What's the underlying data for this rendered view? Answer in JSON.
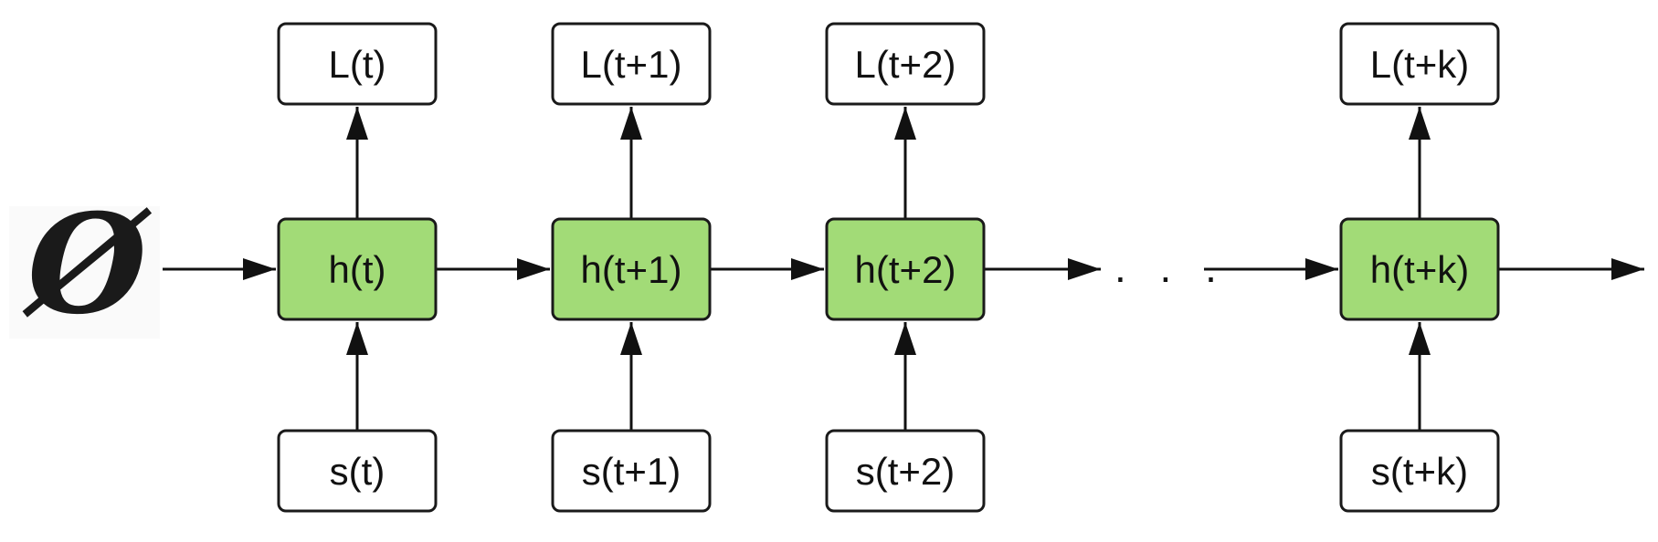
{
  "initial_state": {
    "symbol": "Ø"
  },
  "columns": [
    {
      "output": "L(t)",
      "hidden": "h(t)",
      "input": "s(t)"
    },
    {
      "output": "L(t+1)",
      "hidden": "h(t+1)",
      "input": "s(t+1)"
    },
    {
      "output": "L(t+2)",
      "hidden": "h(t+2)",
      "input": "s(t+2)"
    },
    {
      "output": "L(t+k)",
      "hidden": "h(t+k)",
      "input": "s(t+k)"
    }
  ],
  "ellipsis": ". . .",
  "colors": {
    "hidden_fill": "#a2db77",
    "box_fill": "#ffffff",
    "stroke": "#1a1a1a",
    "arrow": "#111111"
  }
}
